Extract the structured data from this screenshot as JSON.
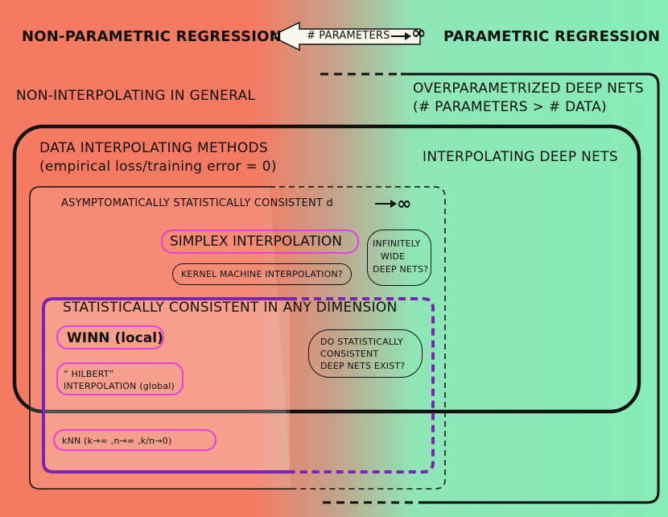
{
  "header": {
    "left_title": "NON-PARAMETRIC REGRESSION",
    "right_title": "PARAMETRIC REGRESSION",
    "arrow_label": "# PARAMETERS",
    "infinity": "∞"
  },
  "regions": {
    "non_interpolating": "NON-INTERPOLATING IN GENERAL",
    "overparam_line1": "OVERPARAMETRIZED DEEP NETS",
    "overparam_line2": "(# PARAMETERS > # DATA)",
    "data_interp_line1": "DATA INTERPOLATING METHODS",
    "data_interp_line2": "(empirical loss/training error = 0)",
    "interp_deep_nets": "INTERPOLATING DEEP NETS",
    "asymp_consistent": "ASYMPTOMATICALLY STATISTICALLY CONSISTENT d",
    "any_dimension": "STATISTICALLY CONSISTENT IN ANY DIMENSION"
  },
  "methods": {
    "simplex": "SIMPLEX INTERPOLATION",
    "kernel": "KERNEL MACHINE INTERPOLATION?",
    "wide_nets": [
      "INFINITELY",
      "WIDE",
      "DEEP NETS?"
    ],
    "winn": "WINN (local)",
    "hilbert_line1": "“ HILBERT”",
    "hilbert_line2": "INTERPOLATION (global)",
    "consistent_nets": [
      "DO STATISTICALLY",
      "CONSISTENT",
      "DEEP NETS EXIST?"
    ],
    "knn": "kNN (k→∞ ,n→∞ ,k/n→0)"
  },
  "colors": {
    "left_bg": "#f47a62",
    "right_bg": "#86ecb8",
    "pink": "#e43fe0",
    "purple": "#7a23b8",
    "black": "#111111"
  }
}
